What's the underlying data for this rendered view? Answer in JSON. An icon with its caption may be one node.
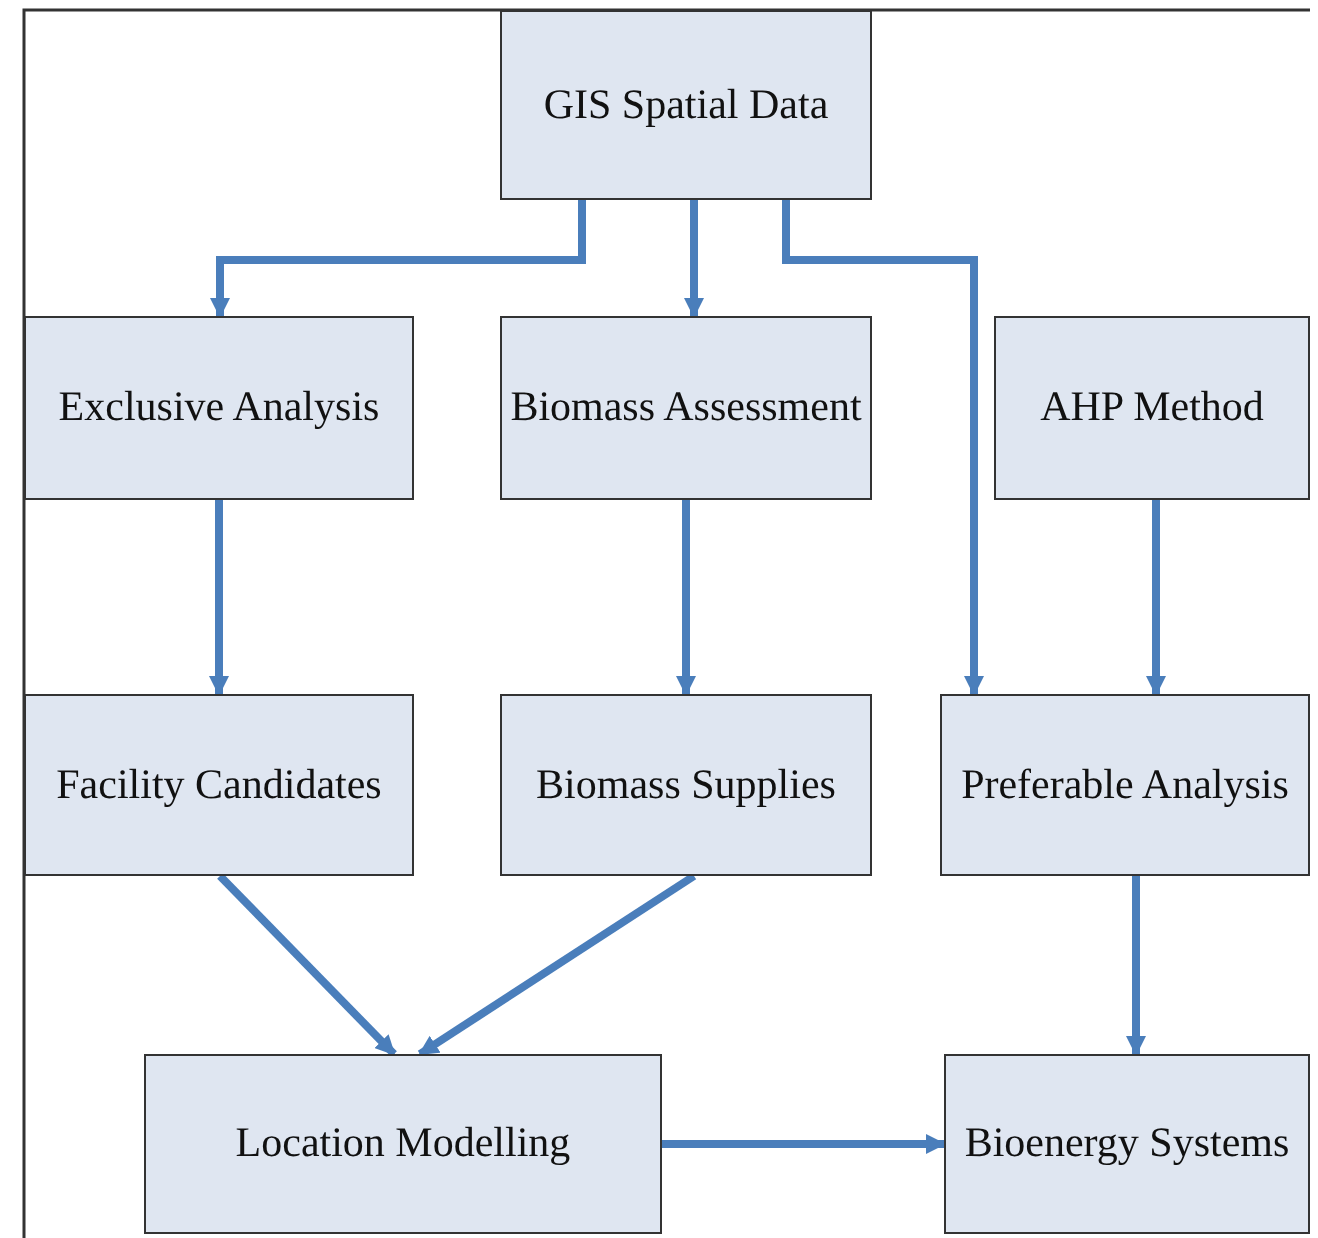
{
  "diagram": {
    "nodes": [
      {
        "text": [
          "GIS Spatial Data"
        ]
      },
      {
        "text": [
          "Exclusive Analysis"
        ]
      },
      {
        "text": [
          "Biomass Assessment"
        ]
      },
      {
        "text": [
          "AHP Method"
        ]
      },
      {
        "text": [
          "Facility Candidates"
        ]
      },
      {
        "text": [
          "Biomass Supplies"
        ]
      },
      {
        "text": [
          "Preferable Analysis"
        ]
      },
      {
        "text": [
          "Location Modelling"
        ]
      },
      {
        "text": [
          "Bioenergy Systems"
        ]
      }
    ],
    "edges": [
      {
        "from": 0,
        "to": 1,
        "arrow": "to"
      },
      {
        "from": 0,
        "to": 2,
        "arrow": "to"
      },
      {
        "from": 0,
        "to": 6,
        "arrow": "to"
      },
      {
        "from": 1,
        "to": 4,
        "arrow": "to"
      },
      {
        "from": 2,
        "to": 5,
        "arrow": "to"
      },
      {
        "from": 3,
        "to": 6,
        "arrow": "to"
      },
      {
        "from": 4,
        "to": 7,
        "arrow": "to"
      },
      {
        "from": 5,
        "to": 7,
        "arrow": "to"
      },
      {
        "from": 6,
        "to": 8,
        "arrow": "to"
      },
      {
        "from": 7,
        "to": 8,
        "arrow": "to"
      }
    ]
  }
}
